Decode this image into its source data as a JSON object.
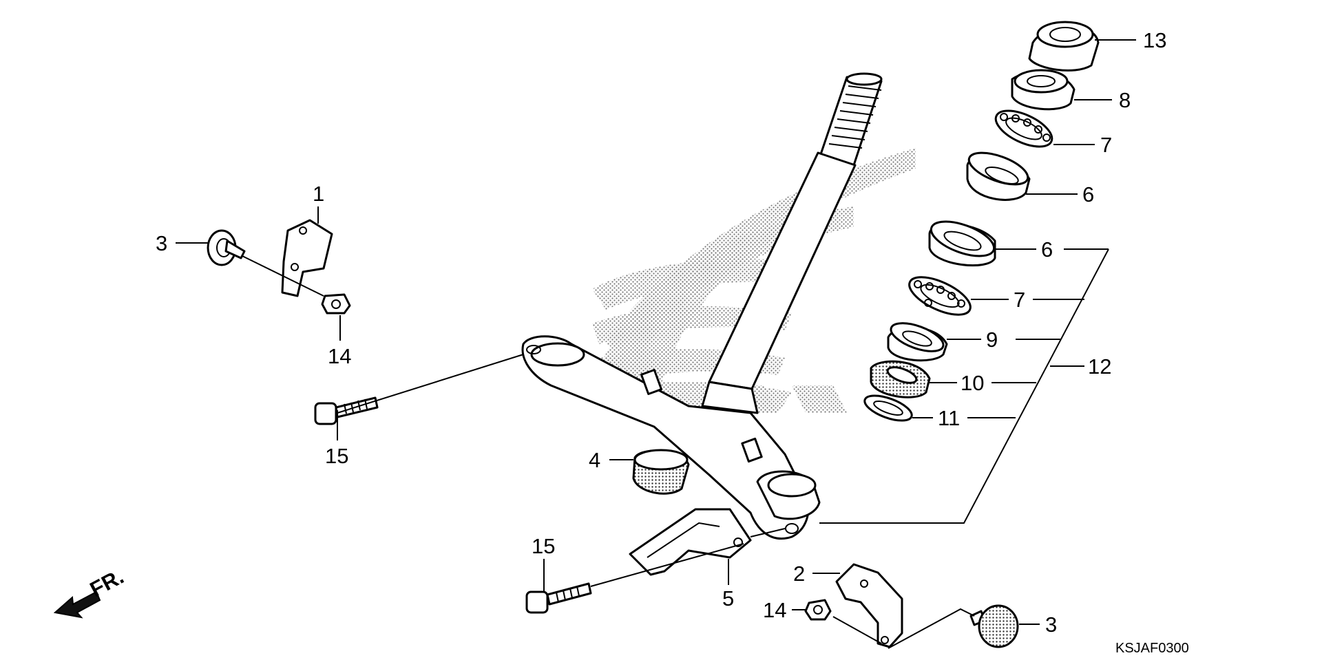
{
  "diagram": {
    "drawing_code": "KSJAF0300",
    "front_marker": "FR.",
    "callouts": [
      {
        "id": "callout-13",
        "text": "13"
      },
      {
        "id": "callout-8",
        "text": "8"
      },
      {
        "id": "callout-7-top",
        "text": "7"
      },
      {
        "id": "callout-6-top",
        "text": "6"
      },
      {
        "id": "callout-6-lower",
        "text": "6"
      },
      {
        "id": "callout-7-lower",
        "text": "7"
      },
      {
        "id": "callout-9",
        "text": "9"
      },
      {
        "id": "callout-10",
        "text": "10"
      },
      {
        "id": "callout-11",
        "text": "11"
      },
      {
        "id": "callout-12",
        "text": "12"
      },
      {
        "id": "callout-1",
        "text": "1"
      },
      {
        "id": "callout-3-left",
        "text": "3"
      },
      {
        "id": "callout-14-left",
        "text": "14"
      },
      {
        "id": "callout-15-left",
        "text": "15"
      },
      {
        "id": "callout-4",
        "text": "4"
      },
      {
        "id": "callout-15-bottom",
        "text": "15"
      },
      {
        "id": "callout-5",
        "text": "5"
      },
      {
        "id": "callout-2",
        "text": "2"
      },
      {
        "id": "callout-14-bottom",
        "text": "14"
      },
      {
        "id": "callout-3-right",
        "text": "3"
      }
    ]
  }
}
